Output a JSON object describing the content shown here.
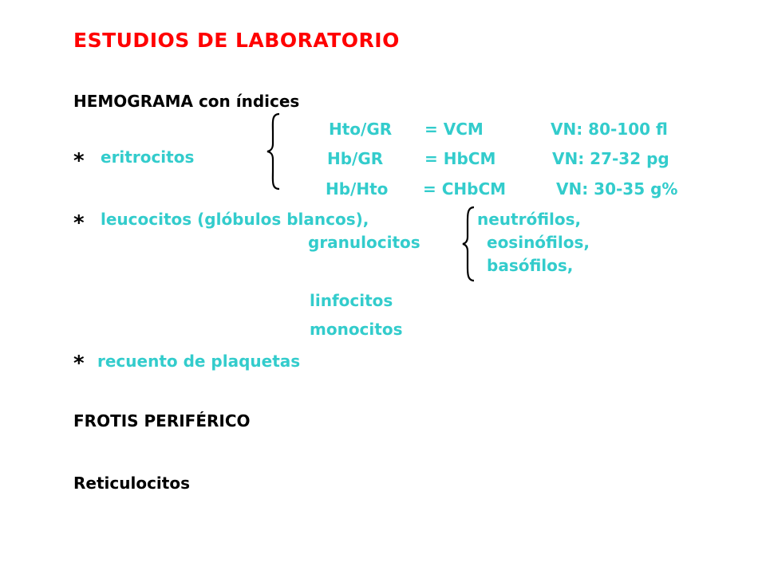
{
  "colors": {
    "title": "#ff0000",
    "accent": "#33cccc",
    "text": "#000000"
  },
  "title": "ESTUDIOS DE LABORATORIO",
  "hemograma": {
    "heading": "HEMOGRAMA con índices",
    "bullet": "*",
    "eritrocitos": {
      "label": "eritrocitos",
      "indices": [
        {
          "formula": "Hto/GR",
          "equals": "= VCM",
          "vn": "VN: 80-100 fl"
        },
        {
          "formula": "Hb/GR",
          "equals": "= HbCM",
          "vn": "VN: 27-32 pg"
        },
        {
          "formula": "Hb/Hto",
          "equals": "= CHbCM",
          "vn": "VN: 30-35 g%"
        }
      ]
    },
    "leucocitos": {
      "label": "leucocitos (glóbulos blancos),",
      "granulocitos": "granulocitos",
      "granulocito_types": [
        "neutrófilos,",
        "eosinófilos,",
        "basófilos,"
      ],
      "linfocitos": "linfocitos",
      "monocitos": "monocitos"
    },
    "plaquetas": "recuento de plaquetas"
  },
  "frotis": "FROTIS PERIFÉRICO",
  "reticulocitos": "Reticulocitos"
}
